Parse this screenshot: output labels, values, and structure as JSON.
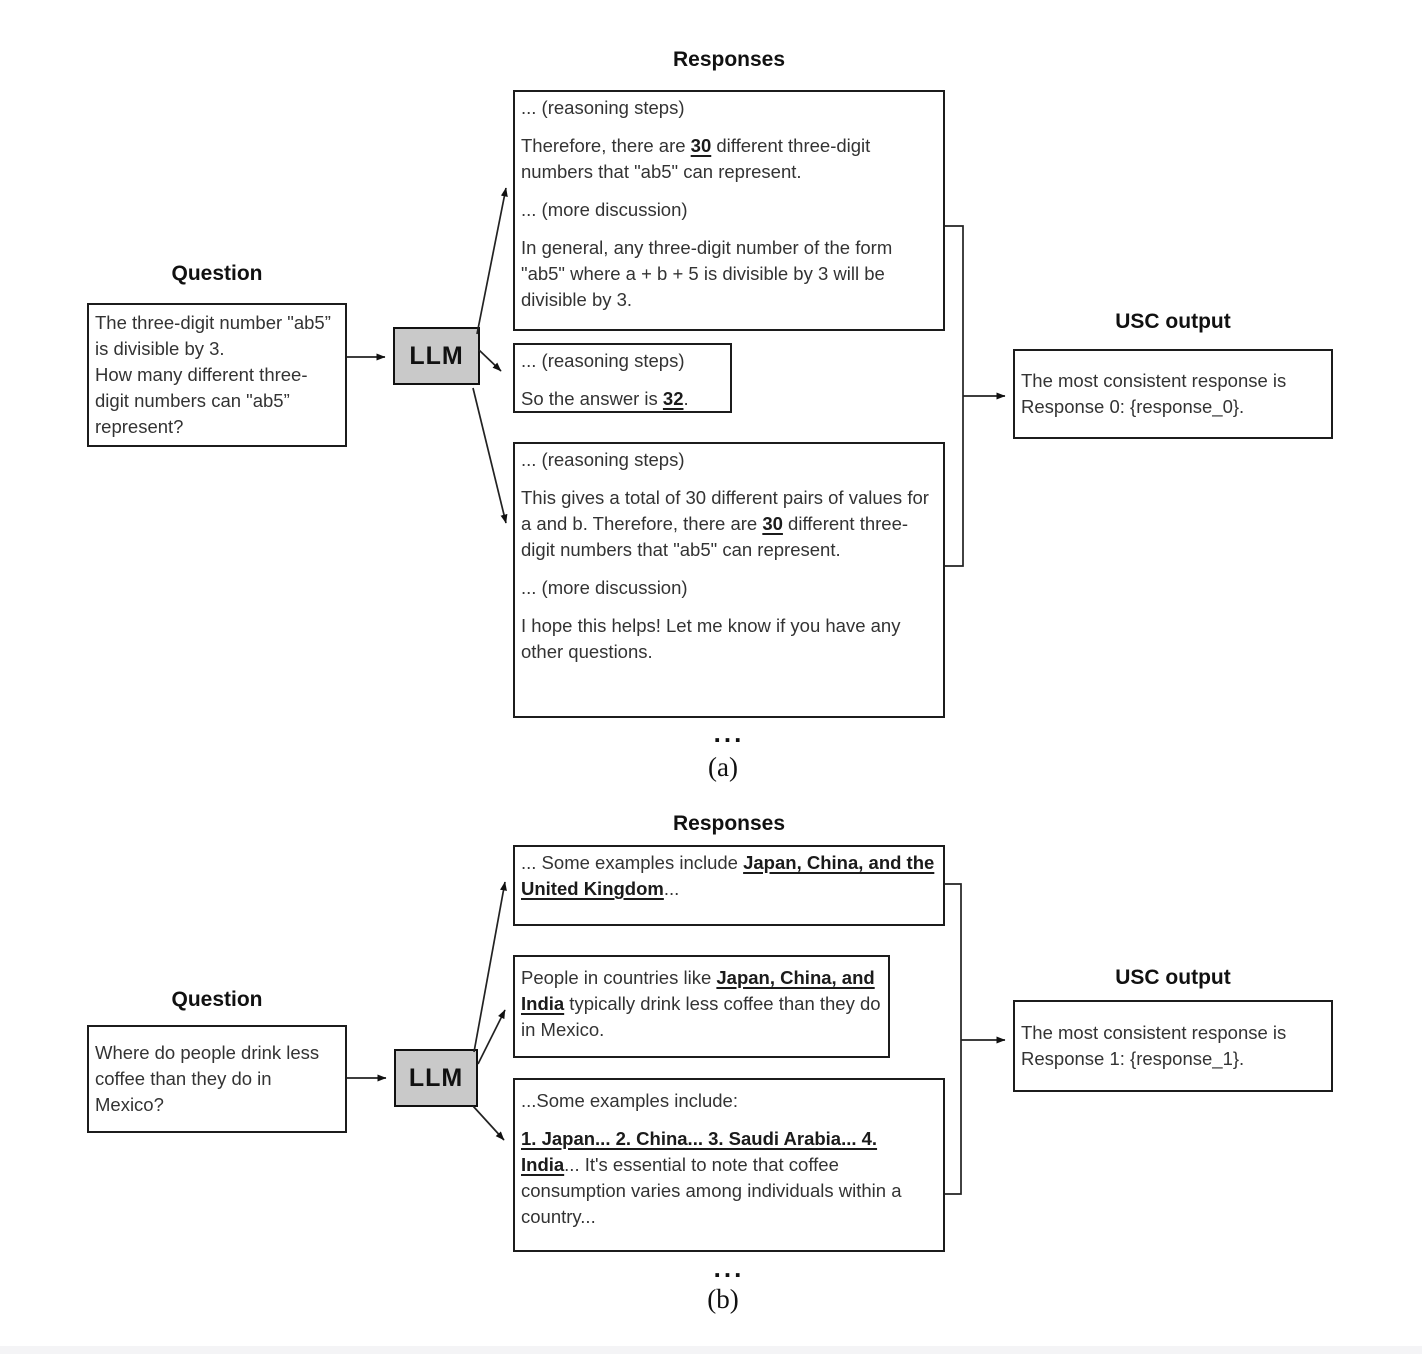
{
  "figure": {
    "panels": [
      {
        "caption": "(a)",
        "question": {
          "title": "Question",
          "text": "The three-digit number \"ab5” is divisible by 3.\nHow many different three-digit numbers can \"ab5” represent?"
        },
        "llm_label": "LLM",
        "responses": {
          "title": "Responses",
          "ellipsis": "...",
          "boxes": [
            {
              "paragraphs": [
                [
                  {
                    "t": "... (reasoning steps)"
                  }
                ],
                [
                  {
                    "t": "Therefore, there are "
                  },
                  {
                    "t": "30",
                    "e": true
                  },
                  {
                    "t": " different three-digit numbers that \"ab5\" can represent."
                  }
                ],
                [
                  {
                    "t": "... (more discussion)"
                  }
                ],
                [
                  {
                    "t": "In general, any three-digit number of the form \"ab5\" where a + b + 5 is divisible by 3 will be divisible by 3."
                  }
                ]
              ]
            },
            {
              "paragraphs": [
                [
                  {
                    "t": "... (reasoning steps)"
                  }
                ],
                [
                  {
                    "t": "So the answer is "
                  },
                  {
                    "t": "32",
                    "e": true
                  },
                  {
                    "t": "."
                  }
                ]
              ]
            },
            {
              "paragraphs": [
                [
                  {
                    "t": "... (reasoning steps)"
                  }
                ],
                [
                  {
                    "t": "This gives a total of 30 different pairs of values for a and b. Therefore, there are "
                  },
                  {
                    "t": "30",
                    "e": true
                  },
                  {
                    "t": " different three-digit numbers that \"ab5\" can represent."
                  }
                ],
                [
                  {
                    "t": "... (more discussion)"
                  }
                ],
                [
                  {
                    "t": "I hope this helps! Let me know if you have any other questions."
                  }
                ]
              ]
            }
          ]
        },
        "usc": {
          "title": "USC output",
          "text": "The most consistent response is Response 0: {response_0}."
        }
      },
      {
        "caption": "(b)",
        "question": {
          "title": "Question",
          "text": "Where do people drink less coffee than they do in Mexico?"
        },
        "llm_label": "LLM",
        "responses": {
          "title": "Responses",
          "ellipsis": "...",
          "boxes": [
            {
              "paragraphs": [
                [
                  {
                    "t": "... Some examples include "
                  },
                  {
                    "t": "Japan, China, and the United Kingdom",
                    "e": true
                  },
                  {
                    "t": "..."
                  }
                ]
              ]
            },
            {
              "paragraphs": [
                [
                  {
                    "t": "People in countries like "
                  },
                  {
                    "t": "Japan, China, and India",
                    "e": true
                  },
                  {
                    "t": " typically drink less coffee than they do in Mexico."
                  }
                ]
              ]
            },
            {
              "paragraphs": [
                [
                  {
                    "t": "...Some examples include:"
                  }
                ],
                [
                  {
                    "t": "1. Japan... 2. China... 3. Saudi Arabia... 4. India",
                    "e": true
                  },
                  {
                    "t": "... It's essential to note that coffee consumption varies among individuals within a country..."
                  }
                ]
              ]
            }
          ]
        },
        "usc": {
          "title": "USC output",
          "text": "The most consistent response is Response 1: {response_1}."
        }
      }
    ]
  }
}
